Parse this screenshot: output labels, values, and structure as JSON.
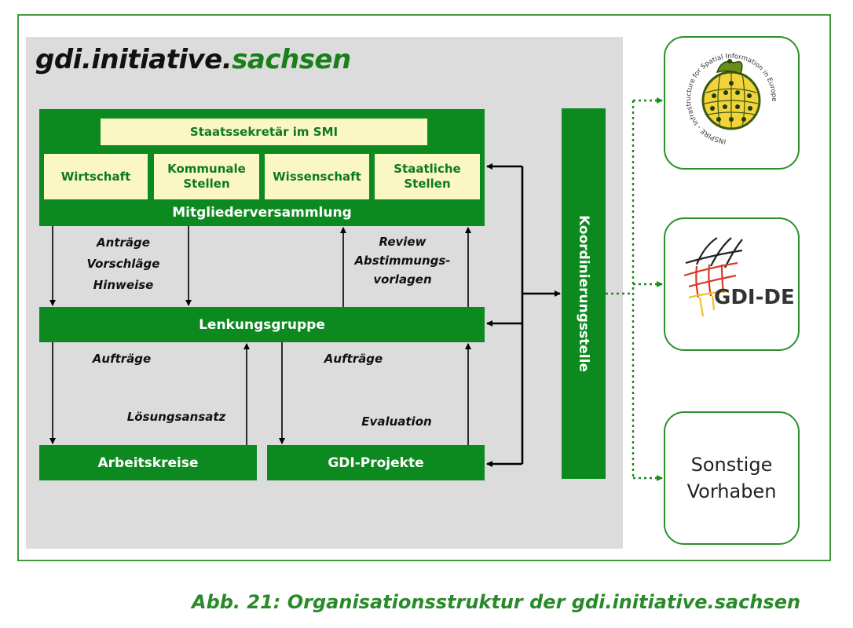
{
  "title_prefix": "gdi.initiative.",
  "title_suffix": "sachsen",
  "top": {
    "staatssekretaer": "Staatssekretär im SMI",
    "members": [
      "Wirtschaft",
      "Kommunale\nStellen",
      "Wissenschaft",
      "Staatliche\nStellen"
    ],
    "mitglieder": "Mitgliederversammlung"
  },
  "lenkung": "Lenkungsgruppe",
  "arbeitskreise": "Arbeitskreise",
  "gdi_projekte": "GDI-Projekte",
  "koordinierung": "Koordinierungsstelle",
  "labels": {
    "antraege": "Anträge\nVorschläge\nHinweise",
    "review": "Review\nAbstimmungs-\nvorlagen",
    "auftraege_left": "Aufträge",
    "auftraege_right": "Aufträge",
    "loesungsansatz": "Lösungsansatz",
    "evaluation": "Evaluation"
  },
  "right": {
    "inspire_text": "INSPIRE - Infrastructure for Spatial Information in Europe",
    "gdi_de": "GDI-DE",
    "sonstige": "Sonstige\nVorhaben"
  },
  "caption": "Abb. 21: Organisationsstruktur der gdi.initiative.sachsen",
  "colors": {
    "green": "#0d8a1f",
    "pale_yellow": "#fbf7c4",
    "gray": "#dcdcdc"
  }
}
